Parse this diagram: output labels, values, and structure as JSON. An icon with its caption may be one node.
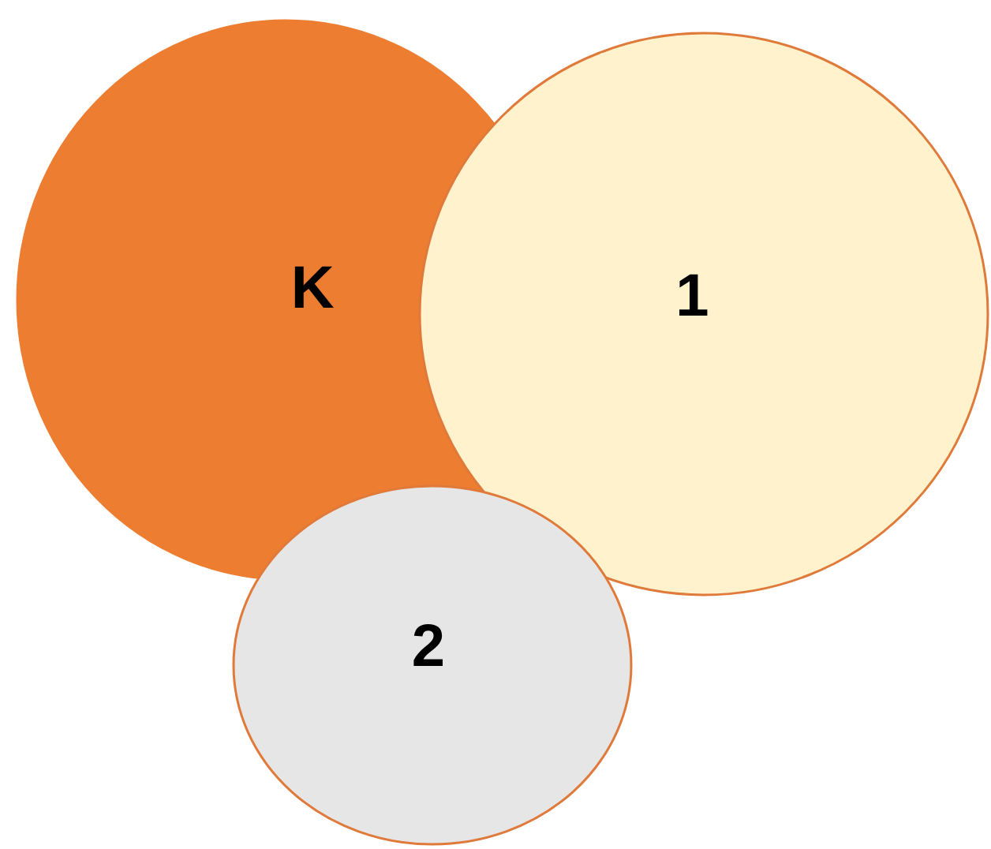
{
  "diagram": {
    "nodes": [
      {
        "text": [
          "K"
        ]
      },
      {
        "text": [
          "1"
        ]
      },
      {
        "text": [
          "2"
        ]
      }
    ]
  }
}
